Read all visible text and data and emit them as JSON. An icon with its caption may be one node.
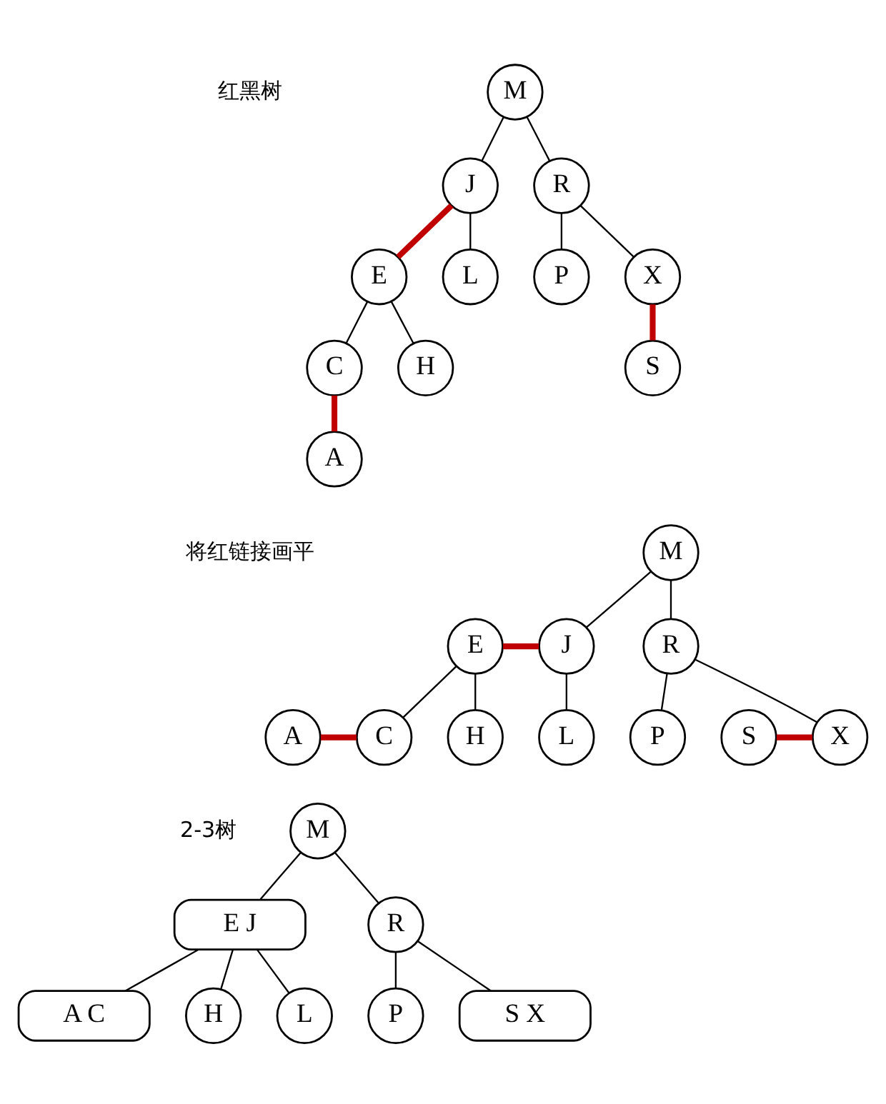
{
  "diagram": {
    "nodes": [
      {
        "text": [
          "M"
        ]
      },
      {
        "text": [
          "J"
        ]
      },
      {
        "text": [
          "R"
        ]
      },
      {
        "text": [
          "E"
        ]
      },
      {
        "text": [
          "L"
        ]
      },
      {
        "text": [
          "P"
        ]
      },
      {
        "text": [
          "X"
        ]
      },
      {
        "text": [
          "C"
        ]
      },
      {
        "text": [
          "H"
        ]
      },
      {
        "text": [
          "S"
        ]
      },
      {
        "text": [
          "A"
        ]
      },
      {
        "text": [
          "M"
        ]
      },
      {
        "text": [
          "E"
        ]
      },
      {
        "text": [
          "J"
        ]
      },
      {
        "text": [
          "R"
        ]
      },
      {
        "text": [
          "A"
        ]
      },
      {
        "text": [
          "C"
        ]
      },
      {
        "text": [
          "H"
        ]
      },
      {
        "text": [
          "L"
        ]
      },
      {
        "text": [
          "P"
        ]
      },
      {
        "text": [
          "S"
        ]
      },
      {
        "text": [
          "X"
        ]
      },
      {
        "text": [
          "M"
        ]
      },
      {
        "text": [
          "E J"
        ]
      },
      {
        "text": [
          "R"
        ]
      },
      {
        "text": [
          "A C"
        ]
      },
      {
        "text": [
          "H"
        ]
      },
      {
        "text": [
          "L"
        ]
      },
      {
        "text": [
          "P"
        ]
      },
      {
        "text": [
          "S X"
        ]
      }
    ],
    "edges": [
      {
        "from": 0,
        "to": 1,
        "arrow": "none"
      },
      {
        "from": 0,
        "to": 2,
        "arrow": "none"
      },
      {
        "from": 1,
        "to": 3,
        "arrow": "none",
        "style": "thick",
        "color": "#c00000"
      },
      {
        "from": 1,
        "to": 4,
        "arrow": "none"
      },
      {
        "from": 2,
        "to": 5,
        "arrow": "none"
      },
      {
        "from": 2,
        "to": 6,
        "arrow": "none"
      },
      {
        "from": 3,
        "to": 7,
        "arrow": "none"
      },
      {
        "from": 3,
        "to": 8,
        "arrow": "none"
      },
      {
        "from": 6,
        "to": 9,
        "arrow": "none",
        "style": "thick",
        "color": "#c00000"
      },
      {
        "from": 7,
        "to": 10,
        "arrow": "none",
        "style": "thick",
        "color": "#c00000"
      },
      {
        "from": 11,
        "to": 13,
        "arrow": "none"
      },
      {
        "from": 11,
        "to": 14,
        "arrow": "none"
      },
      {
        "from": 12,
        "to": 13,
        "arrow": "none",
        "style": "thick",
        "color": "#c00000"
      },
      {
        "from": 12,
        "to": 16,
        "arrow": "none"
      },
      {
        "from": 12,
        "to": 17,
        "arrow": "none"
      },
      {
        "from": 13,
        "to": 18,
        "arrow": "none"
      },
      {
        "from": 14,
        "to": 19,
        "arrow": "none"
      },
      {
        "from": 14,
        "to": 21,
        "arrow": "none"
      },
      {
        "from": 15,
        "to": 16,
        "arrow": "none",
        "style": "thick",
        "color": "#c00000"
      },
      {
        "from": 20,
        "to": 21,
        "arrow": "none",
        "style": "thick",
        "color": "#c00000"
      },
      {
        "from": 22,
        "to": 23,
        "arrow": "none"
      },
      {
        "from": 22,
        "to": 24,
        "arrow": "none"
      },
      {
        "from": 23,
        "to": 25,
        "arrow": "none"
      },
      {
        "from": 23,
        "to": 26,
        "arrow": "none"
      },
      {
        "from": 23,
        "to": 27,
        "arrow": "none"
      },
      {
        "from": 24,
        "to": 28,
        "arrow": "none"
      },
      {
        "from": 24,
        "to": 29,
        "arrow": "none"
      }
    ],
    "labels": [
      "红黑树",
      "将红链接画平",
      "2-3树"
    ]
  }
}
